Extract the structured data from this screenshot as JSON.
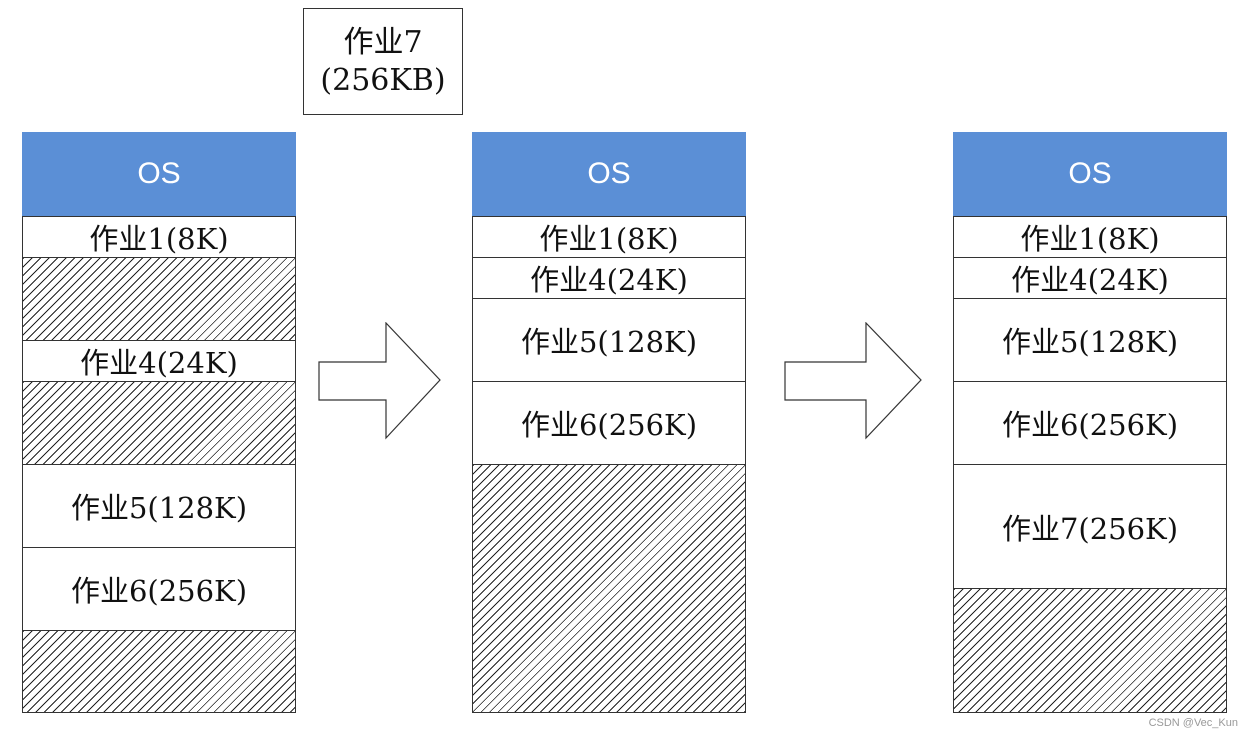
{
  "incoming_job": {
    "line1": "作业7",
    "line2": "(256KB)"
  },
  "columns": [
    {
      "os_label": "OS",
      "job1": "作业1(8K)",
      "job4": "作业4(24K)",
      "job5": "作业5(128K)",
      "job6": "作业6(256K)"
    },
    {
      "os_label": "OS",
      "job1": "作业1(8K)",
      "job4": "作业4(24K)",
      "job5": "作业5(128K)",
      "job6": "作业6(256K)"
    },
    {
      "os_label": "OS",
      "job1": "作业1(8K)",
      "job4": "作业4(24K)",
      "job5": "作业5(128K)",
      "job6": "作业6(256K)",
      "job7": "作业7(256K)"
    }
  ],
  "colors": {
    "os_fill": "#5b8fd6",
    "border": "#333333"
  },
  "watermark": "CSDN @Vec_Kun"
}
